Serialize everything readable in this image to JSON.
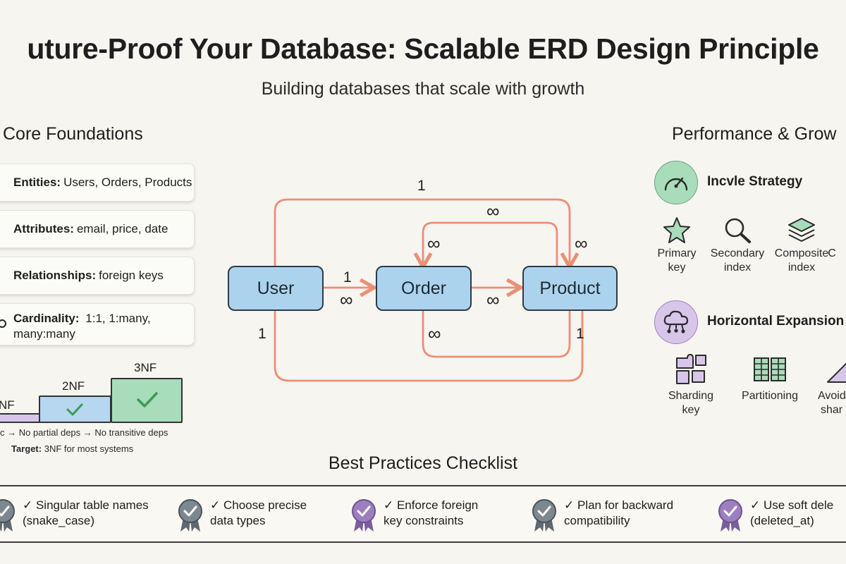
{
  "header": {
    "title": "uture-Proof Your Database: Scalable ERD Design Principle",
    "subtitle": "Building databases that scale with growth"
  },
  "core": {
    "heading": "Core Foundations",
    "cards": [
      {
        "label": "Entities:",
        "text": "Users, Orders, Products"
      },
      {
        "label": "Attributes:",
        "text": "email, price, date"
      },
      {
        "label": "Relationships:",
        "text": "foreign keys"
      },
      {
        "label": "Cardinality:",
        "text": "1:1, 1:many,",
        "text2": "many:many"
      }
    ],
    "normalization": {
      "levels": [
        {
          "label": "NF"
        },
        {
          "label": "2NF"
        },
        {
          "label": "3NF"
        }
      ],
      "progression": "c → No partial deps → No transitive deps",
      "target_label": "Target:",
      "target_text": "3NF for most systems"
    }
  },
  "erd": {
    "entities": [
      "User",
      "Order",
      "Product"
    ],
    "cardinalities": {
      "top_outer": "1",
      "top_inner": "∞",
      "order_top_left": "∞",
      "product_top_right": "∞",
      "user_order_one": "1",
      "user_order_many": "∞",
      "order_product_many": "∞",
      "user_bottom": "1",
      "order_bottom": "∞",
      "product_bottom": "1"
    }
  },
  "performance": {
    "heading": "Performance & Grow",
    "index_strategy": {
      "title": "Incvle Strategy",
      "items": [
        {
          "icon": "star-icon",
          "line1": "Primary",
          "line2": "key"
        },
        {
          "icon": "magnifier-icon",
          "line1": "Secondary",
          "line2": "index"
        },
        {
          "icon": "layers-icon",
          "line1": "Composite",
          "line2": "index"
        },
        {
          "icon": "partial-icon",
          "line1": "C",
          "line2": ""
        }
      ]
    },
    "expansion": {
      "title": "Horizontal Expansion",
      "items": [
        {
          "icon": "puzzle-icon",
          "line1": "Sharding",
          "line2": "key"
        },
        {
          "icon": "grid-icon",
          "line1": "Partitioning",
          "line2": ""
        },
        {
          "icon": "triangle-icon",
          "line1": "Avoid",
          "line2": "shar"
        }
      ]
    }
  },
  "checklist": {
    "title": "Best Practices Checklist",
    "items": [
      {
        "line1": "✓ Singular table names",
        "line2": "(snake_case)"
      },
      {
        "line1": "✓ Choose precise",
        "line2": "data types"
      },
      {
        "line1": "✓ Enforce foreign",
        "line2": "key constraints"
      },
      {
        "line1": "✓ Plan for backward",
        "line2": "compatibility"
      },
      {
        "line1": "✓ Use soft dele",
        "line2": "(deleted_at)"
      }
    ]
  },
  "colors": {
    "accent_arrow": "#ec8e76",
    "node_fill": "#acd3ee",
    "green": "#a9dcba",
    "purple": "#d8c6ea",
    "badge_gray": "#7d8790",
    "badge_purple": "#9d7fbf"
  }
}
